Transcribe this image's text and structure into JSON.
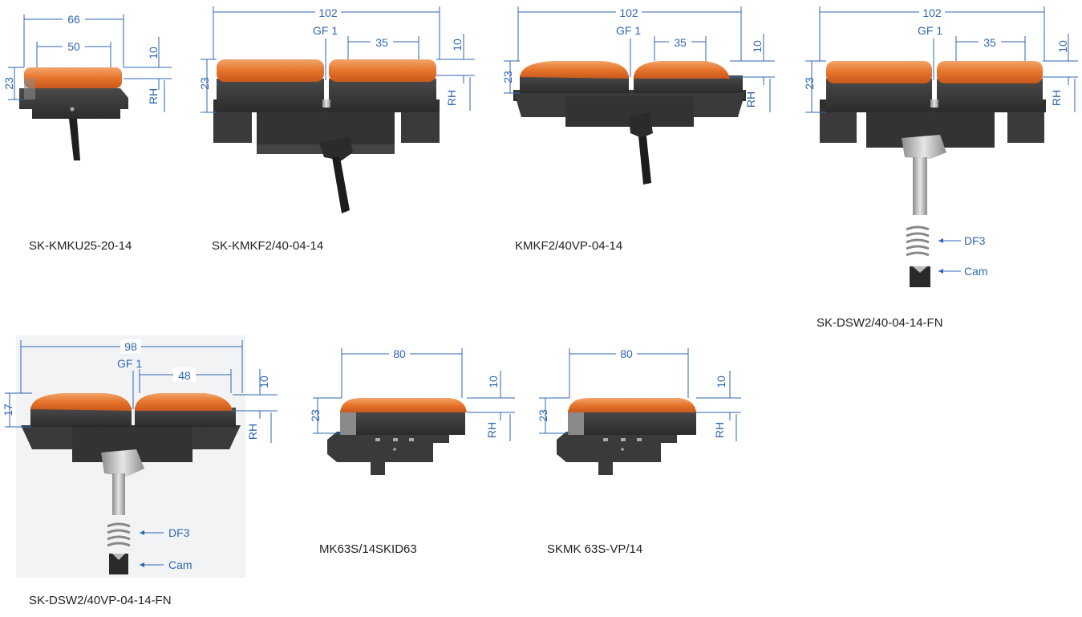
{
  "units": {
    "u1": {
      "caption": "SK-KMKU25-20-14",
      "w1": "66",
      "w2": "50",
      "h": "23",
      "top": "10",
      "rh": "RH"
    },
    "u2": {
      "caption": "SK-KMKF2/40-04-14",
      "w1": "102",
      "w2": "35",
      "gf": "GF 1",
      "h": "23",
      "top": "10",
      "rh": "RH"
    },
    "u3": {
      "caption": "KMKF2/40VP-04-14",
      "w1": "102",
      "w2": "35",
      "gf": "GF 1",
      "h": "23",
      "top": "10",
      "rh": "RH"
    },
    "u4": {
      "caption": "SK-DSW2/40-04-14-FN",
      "w1": "102",
      "w2": "35",
      "gf": "GF 1",
      "h": "23",
      "top": "10",
      "rh": "RH",
      "df": "DF3",
      "cam": "Cam"
    },
    "u5": {
      "caption": "SK-DSW2/40VP-04-14-FN",
      "w1": "98",
      "w2": "48",
      "gf": "GF 1",
      "h": "17",
      "top": "10",
      "rh": "RH",
      "df": "DF3",
      "cam": "Cam"
    },
    "u6": {
      "caption": "MK63S/14SKID63",
      "w1": "80",
      "h": "23",
      "top": "10",
      "rh": "RH"
    },
    "u7": {
      "caption": "SKMK 63S-VP/14",
      "w1": "80",
      "h": "23",
      "top": "10",
      "rh": "RH"
    }
  },
  "colors": {
    "dimension": "#2f66b3",
    "housing": "#3a3a3a",
    "lens": "#e0702a",
    "lens_top": "#f0a262",
    "cable": "#2a2a2a",
    "photo_bg": "#eef0f2"
  }
}
